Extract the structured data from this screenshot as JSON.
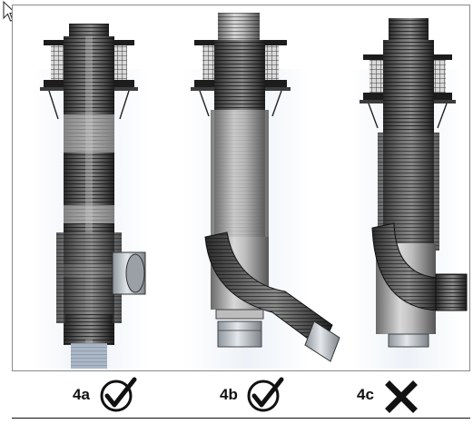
{
  "labels": {
    "a": {
      "text": "4a",
      "status": "check"
    },
    "b": {
      "text": "4b",
      "status": "check"
    },
    "c": {
      "text": "4c",
      "status": "cross"
    }
  },
  "icons": [
    "cursor-arrow-icon",
    "checkmark-circle-icon",
    "cross-icon"
  ]
}
